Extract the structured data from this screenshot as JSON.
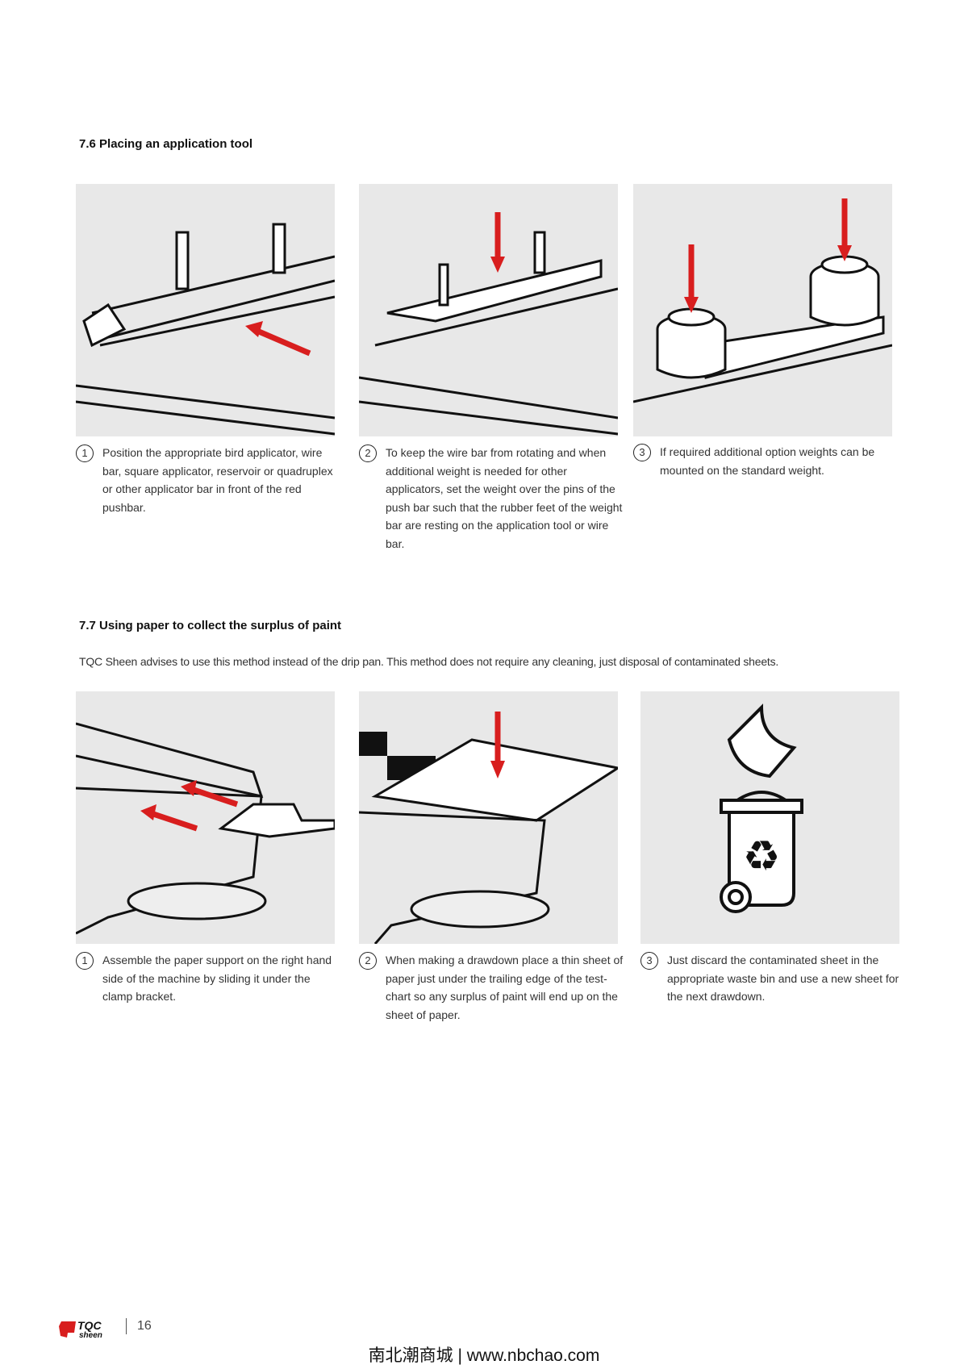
{
  "section_76": {
    "title": "7.6 Placing an application tool",
    "steps": [
      {
        "num": "1",
        "text": "Position the appropriate bird applicator, wire bar, square applicator, reservoir or quadruplex or other applicator bar in front of the red pushbar."
      },
      {
        "num": "2",
        "text": "To keep the wire bar from rotating and when additional weight is needed for other applicators, set the weight over the pins of the push bar such that the rubber feet of the weight bar are resting on the application tool or wire bar."
      },
      {
        "num": "3",
        "text": "If required additional option weights can be mounted on the standard weight."
      }
    ]
  },
  "section_77": {
    "title": "7.7 Using paper to collect the surplus of paint",
    "intro": "TQC Sheen advises to use this method instead of the drip pan. This method does not require any cleaning, just disposal of contaminated sheets.",
    "steps": [
      {
        "num": "1",
        "text": "Assemble the paper support on the right hand side of the machine by sliding it under the clamp bracket."
      },
      {
        "num": "2",
        "text": "When making a drawdown place a thin sheet of paper just under the trailing edge of the test-chart so any surplus of paint will end up on the sheet of paper."
      },
      {
        "num": "3",
        "text": "Just discard the contaminated sheet in the appropriate waste bin and use a new sheet for the next drawdown."
      }
    ]
  },
  "footer": {
    "logo": "TQC sheen",
    "page_number": "16",
    "site": "南北潮商城 | www.nbchao.com"
  },
  "colors": {
    "accent": "#d81e1e",
    "figure_bg": "#e8e8e8"
  }
}
